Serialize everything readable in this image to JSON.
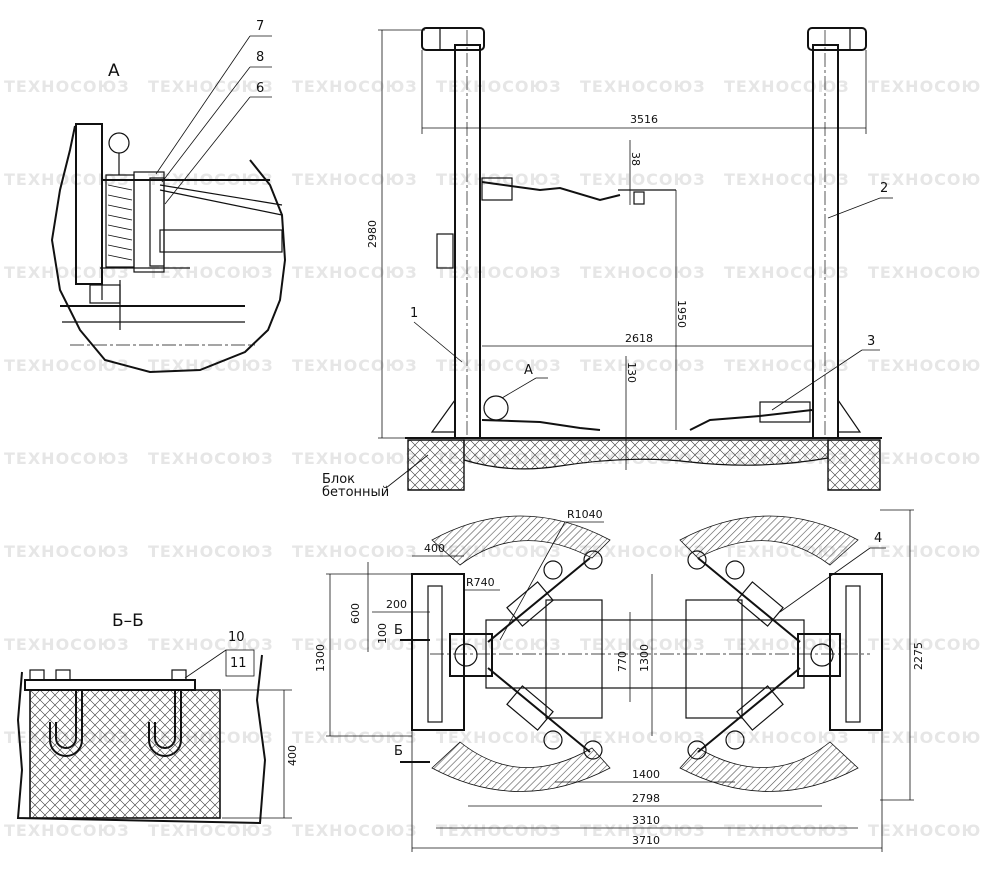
{
  "watermark": {
    "text": "ТЕХНОСОЮЗ"
  },
  "labels": {
    "view_a": "А",
    "view_a_marker": "А",
    "section_bb": "Б–Б",
    "section_b_top": "Б",
    "section_b_bottom": "Б",
    "callout_1": "1",
    "callout_2": "2",
    "callout_3": "3",
    "callout_4": "4",
    "callout_6": "6",
    "callout_7": "7",
    "callout_8": "8",
    "callout_10": "10",
    "callout_11": "11",
    "concrete_block_line1": "Блок",
    "concrete_block_line2": "бетонный"
  },
  "dimensions": {
    "d_2980": "2980",
    "d_3516": "3516",
    "d_38": "38",
    "d_1950": "1950",
    "d_2618": "2618",
    "d_130": "130",
    "d_400_bb": "400",
    "r_1040": "R1040",
    "r_740": "R740",
    "d_400_plan": "400",
    "d_600": "600",
    "d_200": "200",
    "d_100": "100",
    "d_1300_left": "1300",
    "d_770": "770",
    "d_1300_mid": "1300",
    "d_2275": "2275",
    "d_1400": "1400",
    "d_2798": "2798",
    "d_3310": "3310",
    "d_3710": "3710"
  }
}
